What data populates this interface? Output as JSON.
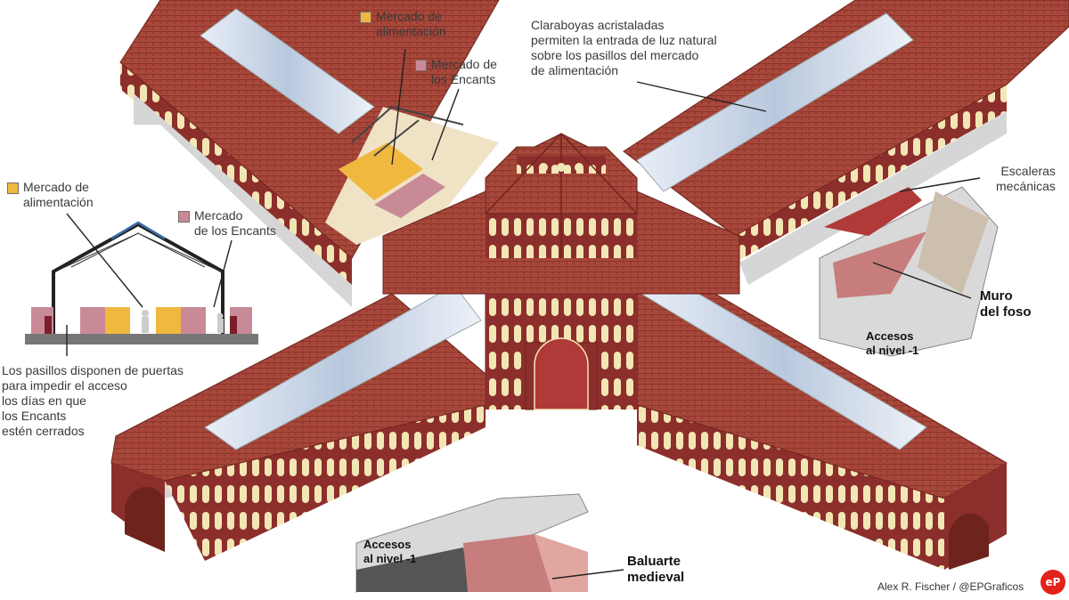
{
  "colors": {
    "roof": "#a8473a",
    "roof_dark": "#7f3027",
    "wall": "#8c2f2c",
    "skylight": "#c6d3e6",
    "base": "#d9d9d9",
    "food_market": "#f0b83e",
    "encants": "#c98a98",
    "pit_wall": "#c87d7d",
    "logo": "#e2231a"
  },
  "labels": {
    "top_food": "Mercado de\nalimentación",
    "top_encants": "Mercado de\nlos Encants",
    "skylights": "Claraboyas acristaladas\npermiten la entrada de luz natural\nsobre los pasillos del mercado\nde alimentación",
    "escalators": "Escaleras\nmecánicas",
    "pit_wall": "Muro\ndel foso",
    "access_right": "Accesos\nal nivel -1",
    "left_food": "Mercado de\nalimentación",
    "left_encants": "Mercado\nde los Encants",
    "doors": "Los pasillos disponen de puertas\npara impedir el acceso\nlos días en que\nlos Encants\nestén cerrados",
    "access_bottom": "Accesos\nal nivel -1",
    "bastion": "Baluarte\nmedieval"
  },
  "credit": "Alex R. Fischer / @EPGraficos",
  "logo_text": "eP"
}
